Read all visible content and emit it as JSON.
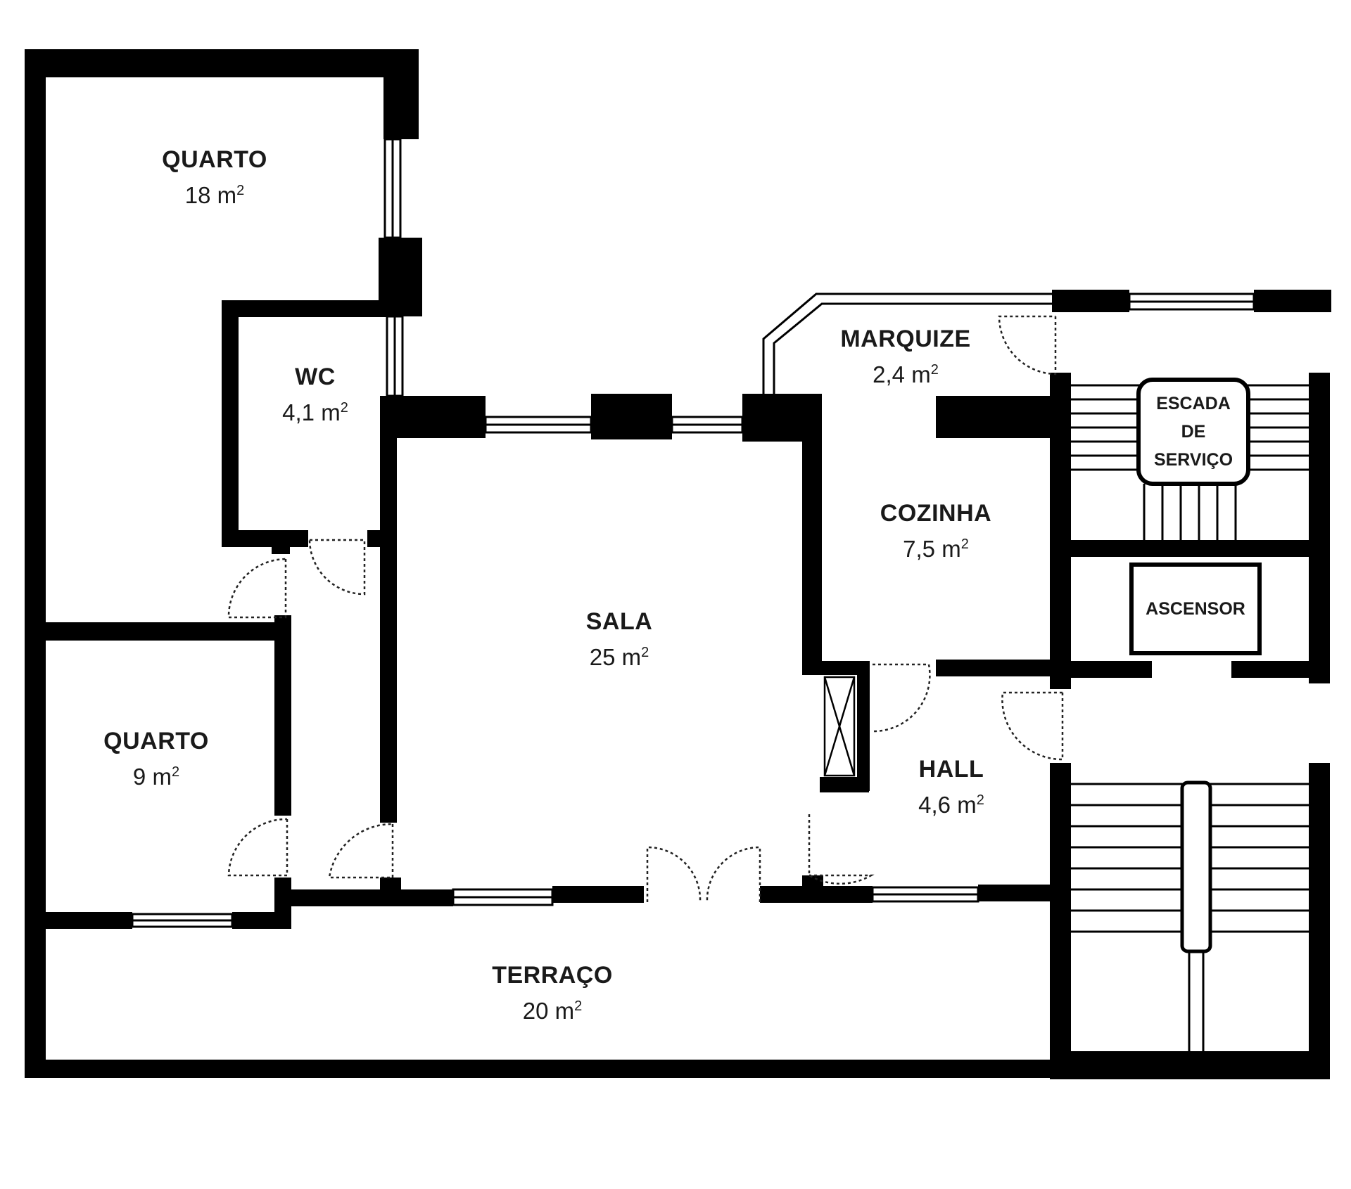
{
  "rooms": {
    "quarto_top": {
      "name": "QUARTO",
      "area": "18 m",
      "unit_sup": "2"
    },
    "wc": {
      "name": "WC",
      "area": "4,1 m",
      "unit_sup": "2"
    },
    "sala": {
      "name": "SALA",
      "area": "25 m",
      "unit_sup": "2"
    },
    "marquize": {
      "name": "MARQUIZE",
      "area": "2,4 m",
      "unit_sup": "2"
    },
    "cozinha": {
      "name": "COZINHA",
      "area": "7,5 m",
      "unit_sup": "2"
    },
    "quarto_bottom": {
      "name": "QUARTO",
      "area": "9 m",
      "unit_sup": "2"
    },
    "hall": {
      "name": "HALL",
      "area": "4,6 m",
      "unit_sup": "2"
    },
    "terraco": {
      "name": "TERRAÇO",
      "area": "20 m",
      "unit_sup": "2"
    }
  },
  "service": {
    "escada_line1": "ESCADA",
    "escada_line2": "DE",
    "escada_line3": "SERVIÇO",
    "ascensor": "ASCENSOR"
  },
  "colors": {
    "wall": "#000000",
    "background": "#ffffff",
    "door": "#222222"
  }
}
